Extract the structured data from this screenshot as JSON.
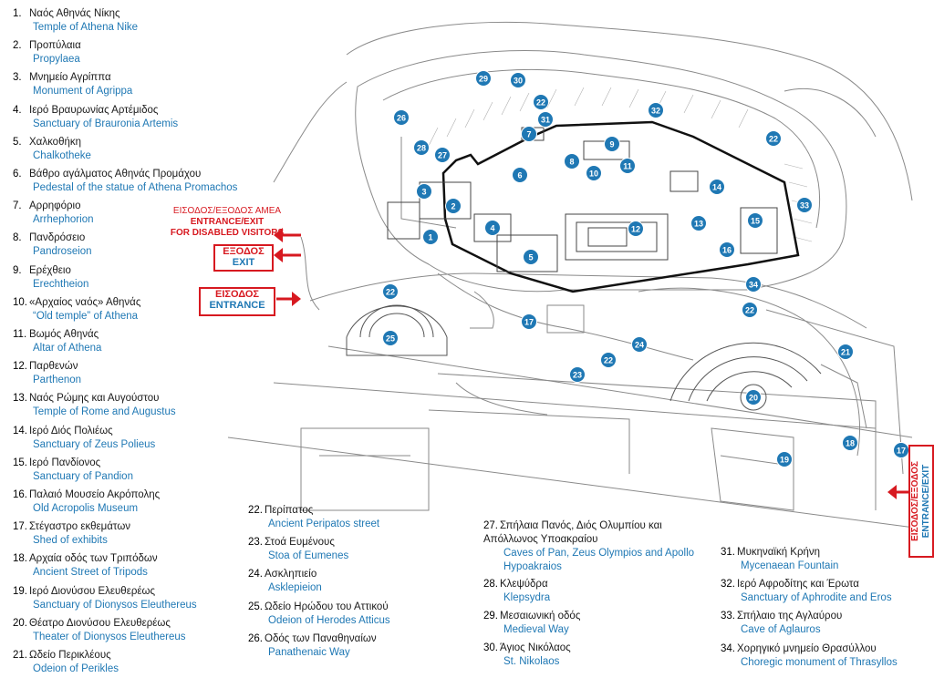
{
  "legend": [
    {
      "n": "1.",
      "gr": "Ναός Αθηνάς Νίκης",
      "en": "Temple of Athena Nike"
    },
    {
      "n": "2.",
      "gr": "Προπύλαια",
      "en": "Propylaea"
    },
    {
      "n": "3.",
      "gr": "Μνημείο Αγρίππα",
      "en": "Monument of Agrippa"
    },
    {
      "n": "4.",
      "gr": "Ιερό Βραυρωνίας Αρτέμιδος",
      "en": "Sanctuary of Brauronia Artemis"
    },
    {
      "n": "5.",
      "gr": "Χαλκοθήκη",
      "en": "Chalkotheke"
    },
    {
      "n": "6.",
      "gr": "Βάθρο αγάλματος Αθηνάς Προμάχου",
      "en": "Pedestal of the statue of Athena Promachos"
    },
    {
      "n": "7.",
      "gr": "Αρρηφόριο",
      "en": "Arrhephorion"
    },
    {
      "n": "8.",
      "gr": "Πανδρόσειο",
      "en": "Pandroseion"
    },
    {
      "n": "9.",
      "gr": "Ερέχθειο",
      "en": "Erechtheion"
    },
    {
      "n": "10.",
      "gr": "«Αρχαίος ναός» Αθηνάς",
      "en": "“Old temple” of Athena"
    },
    {
      "n": "11.",
      "gr": "Βωμός Αθηνάς",
      "en": "Altar of Athena"
    },
    {
      "n": "12.",
      "gr": "Παρθενών",
      "en": "Parthenon"
    },
    {
      "n": "13.",
      "gr": "Ναός Ρώμης και Αυγούστου",
      "en": "Temple of Rome and Augustus"
    },
    {
      "n": "14.",
      "gr": "Ιερό Διός Πολιέως",
      "en": "Sanctuary of Zeus Polieus"
    },
    {
      "n": "15.",
      "gr": "Ιερό Πανδίονος",
      "en": "Sanctuary of Pandion"
    },
    {
      "n": "16.",
      "gr": "Παλαιό Μουσείο Ακρόπολης",
      "en": "Old Acropolis Museum"
    },
    {
      "n": "17.",
      "gr": "Στέγαστρο εκθεμάτων",
      "en": "Shed of exhibits"
    },
    {
      "n": "18.",
      "gr": "Αρχαία οδός των Τριπόδων",
      "en": "Ancient Street of Tripods"
    },
    {
      "n": "19.",
      "gr": "Ιερό Διονύσου Ελευθερέως",
      "en": "Sanctuary of Dionysos Eleuthereus"
    },
    {
      "n": "20.",
      "gr": "Θέατρο Διονύσου Ελευθερέως",
      "en": "Theater of Dionysos Eleuthereus"
    },
    {
      "n": "21.",
      "gr": "Ωδείο Περικλέους",
      "en": "Odeion of Perikles"
    },
    {
      "n": "22.",
      "gr": "Περίπατος",
      "en": "Ancient Peripatos street"
    },
    {
      "n": "23.",
      "gr": "Στοά Ευμένους",
      "en": "Stoa of Eumenes"
    },
    {
      "n": "24.",
      "gr": "Ασκληπιείο",
      "en": "Asklepieion"
    },
    {
      "n": "25.",
      "gr": "Ωδείο Ηρώδου του Αττικού",
      "en": "Odeion of Herodes Atticus"
    },
    {
      "n": "26.",
      "gr": "Οδός των Παναθηναίων",
      "en": "Panathenaic Way"
    },
    {
      "n": "27.",
      "gr": "Σπήλαια Πανός, Διός Ολυμπίου και Απόλλωνος Υποακραίου",
      "en": "Caves of Pan, Zeus Olympios and Apollo Hypoakraios"
    },
    {
      "n": "28.",
      "gr": "Κλεψύδρα",
      "en": "Klepsydra"
    },
    {
      "n": "29.",
      "gr": "Μεσαιωνική οδός",
      "en": "Medieval Way"
    },
    {
      "n": "30.",
      "gr": "Άγιος Νικόλαος",
      "en": "St. Nikolaos"
    },
    {
      "n": "31.",
      "gr": "Μυκηναϊκή Κρήνη",
      "en": "Mycenaean Fountain"
    },
    {
      "n": "32.",
      "gr": "Ιερό Αφροδίτης και Έρωτα",
      "en": "Sanctuary of Aphrodite and Eros"
    },
    {
      "n": "33.",
      "gr": "Σπήλαιο της Αγλαύρου",
      "en": "Cave of Aglauros"
    },
    {
      "n": "34.",
      "gr": "Χορηγικό μνημείο Θρασύλλου",
      "en": "Choregic monument of Thrasyllos"
    }
  ],
  "signs": {
    "disabled_gr": "ΕΙΣΟΔΟΣ/ΕΞΟΔΟΣ ΑΜΕΑ",
    "disabled_en1": "ENTRANCE/EXIT",
    "disabled_en2": "FOR DISABLED VISITORS",
    "exit_gr": "ΕΞΟΔΟΣ",
    "exit_en": "EXIT",
    "entrance_gr": "ΕΙΣΟΔΟΣ",
    "entrance_en": "ENTRANCE",
    "side_gr": "ΕΙΣΟΔΟΣ/ΕΞΟΔΟΣ",
    "side_en": "ENTRANCE/EXIT"
  },
  "markers": [
    "1",
    "2",
    "3",
    "4",
    "5",
    "6",
    "7",
    "8",
    "9",
    "10",
    "11",
    "12",
    "13",
    "14",
    "15",
    "16",
    "17",
    "17",
    "18",
    "19",
    "20",
    "21",
    "22",
    "22",
    "22",
    "22",
    "22",
    "23",
    "24",
    "25",
    "26",
    "27",
    "28",
    "29",
    "30",
    "31",
    "32",
    "33",
    "34"
  ],
  "colors": {
    "marker": "#1f78b4",
    "sign": "#d71920",
    "english": "#1f78b4",
    "map_line": "#777777"
  }
}
